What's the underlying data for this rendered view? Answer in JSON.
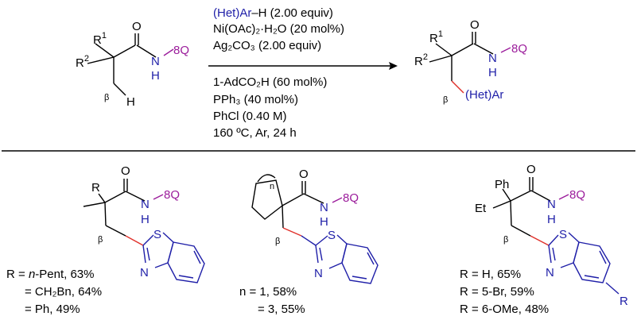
{
  "reagents": {
    "line1_a": "(Het)Ar",
    "line1_b": "–H (2.00 equiv)",
    "line2": "Ni(OAc)₂·H₂O (20 mol%)",
    "line3": "Ag₂CO₃ (2.00 equiv)",
    "line4": "1-AdCO₂H (60 mol%)",
    "line5": "PPh₃ (40 mol%)",
    "line6": "PhCl (0.40 M)",
    "line7": "160 ºC, Ar, 24 h"
  },
  "substrate": {
    "r1": "R",
    "r1_sup": "1",
    "r2": "R",
    "r2_sup": "2",
    "O": "O",
    "N": "N",
    "H_amide": "H",
    "Q": "8Q",
    "beta": "β",
    "H_beta": "H"
  },
  "product": {
    "r1": "R",
    "r1_sup": "1",
    "r2": "R",
    "r2_sup": "2",
    "O": "O",
    "N": "N",
    "H_amide": "H",
    "Q": "8Q",
    "beta": "β",
    "hetar": "(Het)Ar"
  },
  "example1": {
    "R": "R",
    "O": "O",
    "N": "N",
    "H": "H",
    "Q": "8Q",
    "beta": "β",
    "S": "S",
    "Nr": "N",
    "caption1": "R = n-Pent, 63%",
    "caption1_pre": "R = ",
    "caption1_it": "n",
    "caption1_post": "-Pent, 63%",
    "caption2": "= CH₂Bn, 64%",
    "caption3": "= Ph, 49%"
  },
  "example2": {
    "n": "n",
    "O": "O",
    "N": "N",
    "H": "H",
    "Q": "8Q",
    "beta": "β",
    "S": "S",
    "Nr": "N",
    "caption1": "n = 1, 58%",
    "caption2": "= 3, 55%"
  },
  "example3": {
    "Ph": "Ph",
    "Et": "Et",
    "O": "O",
    "N": "N",
    "H": "H",
    "Q": "8Q",
    "beta": "β",
    "S": "S",
    "Nr": "N",
    "R": "R",
    "caption1": "R = H, 65%",
    "caption2": "R = 5-Br, 59%",
    "caption3": "R = 6-OMe, 48%"
  },
  "colors": {
    "blue": "#1f1fa8",
    "magenta": "#9b1c9b",
    "red": "#e0302a"
  }
}
